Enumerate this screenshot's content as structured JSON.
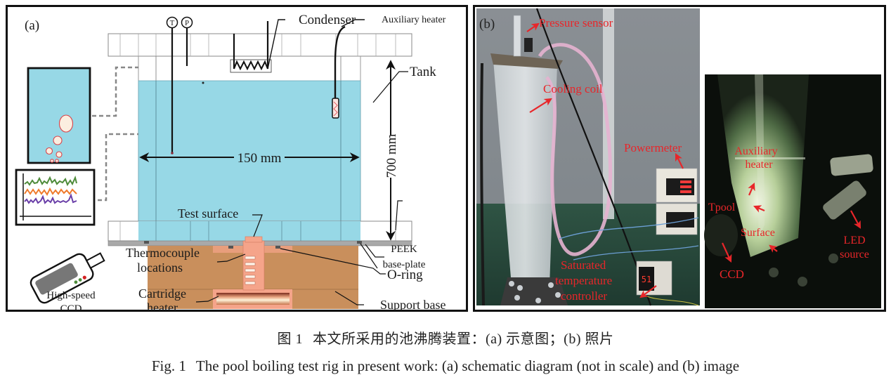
{
  "panel_a": {
    "tag": "(a)",
    "labels": {
      "t_probe": "T",
      "p_probe": "P",
      "condenser": "Condenser",
      "auxiliary_heater": "Auxiliary heater",
      "tank": "Tank",
      "width_dim": "150 mm",
      "height_dim": "700 mm",
      "test_surface": "Test surface",
      "thermocouple_line1": "Thermocouple",
      "thermocouple_line2": "locations",
      "cartridge_line1": "Cartridge",
      "cartridge_line2": "heater",
      "peek_line1": "PEEK",
      "peek_line2": "base-plate",
      "o_ring": "O-ring",
      "support_base": "Support base",
      "ccd_line1": "High-speed",
      "ccd_line2": "CCD"
    },
    "colors": {
      "water": "#97d8e6",
      "support": "#c98f5c",
      "copper": "#f5a48a",
      "plate": "#a9a9a9",
      "trace_green": "#4e8b3a",
      "trace_orange": "#ef7b2c",
      "trace_purple": "#6a3fa8",
      "bubble_edge": "#d9434a",
      "bubble_fill": "#fbeee0"
    }
  },
  "panel_b": {
    "tag": "(b)",
    "labels": {
      "pressure_sensor": "Pressure sensor",
      "cooling_coil": "Cooling coil",
      "powermeter": "Powermeter",
      "controller_line1": "Saturated",
      "controller_line2": "temperature",
      "controller_line3": "controller",
      "aux_line1": "Auxiliary",
      "aux_line2": "heater",
      "tpool": "Tpool",
      "surface": "Surface",
      "led_line1": "LED",
      "led_line2": "source",
      "ccd": "CCD"
    },
    "controller_display": "51",
    "colors": {
      "annotation": "#e8262a"
    }
  },
  "caption": {
    "cn_fig_no": "图 1",
    "cn_text": "本文所采用的池沸腾装置：(a) 示意图；(b) 照片",
    "en_fig_no": "Fig. 1",
    "en_text": "The pool boiling test rig in present work: (a) schematic diagram (not in scale) and (b) image"
  }
}
